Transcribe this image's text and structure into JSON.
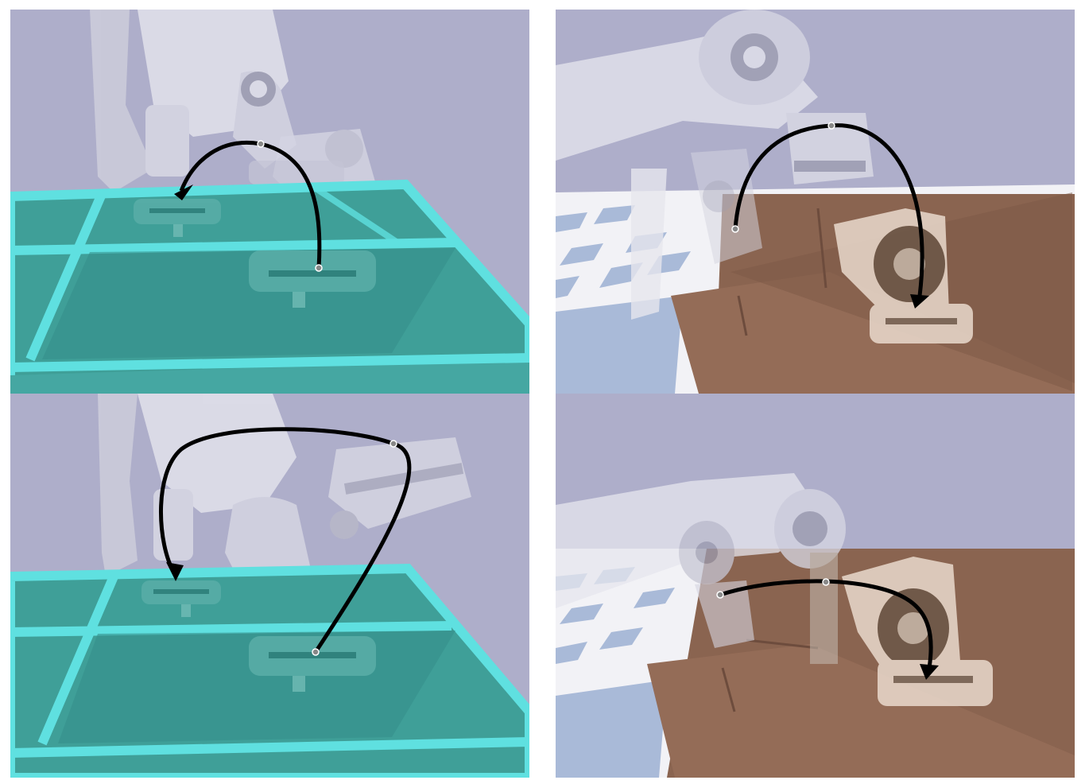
{
  "figure": {
    "panels": [
      {
        "id": "top-left",
        "scene": "robot-arm-over-cyan-grid-bin",
        "path": "short-arc"
      },
      {
        "id": "bottom-left",
        "scene": "robot-arm-over-cyan-grid-bin",
        "path": "wide-arc"
      },
      {
        "id": "top-right",
        "scene": "robot-arm-over-wooden-box",
        "path": "tall-arc"
      },
      {
        "id": "bottom-right",
        "scene": "robot-arm-over-wooden-box",
        "path": "low-arc"
      }
    ],
    "colors": {
      "sky": "#aeaeca",
      "bin_frame": "#5fe0e0",
      "bin_floor": "#3f9f98",
      "wood": "#8a6450",
      "checker_light": "#f2f2f6",
      "checker_dark": "#a9bad8",
      "arm": "#e6e6ee",
      "trajectory": "#000000"
    }
  }
}
